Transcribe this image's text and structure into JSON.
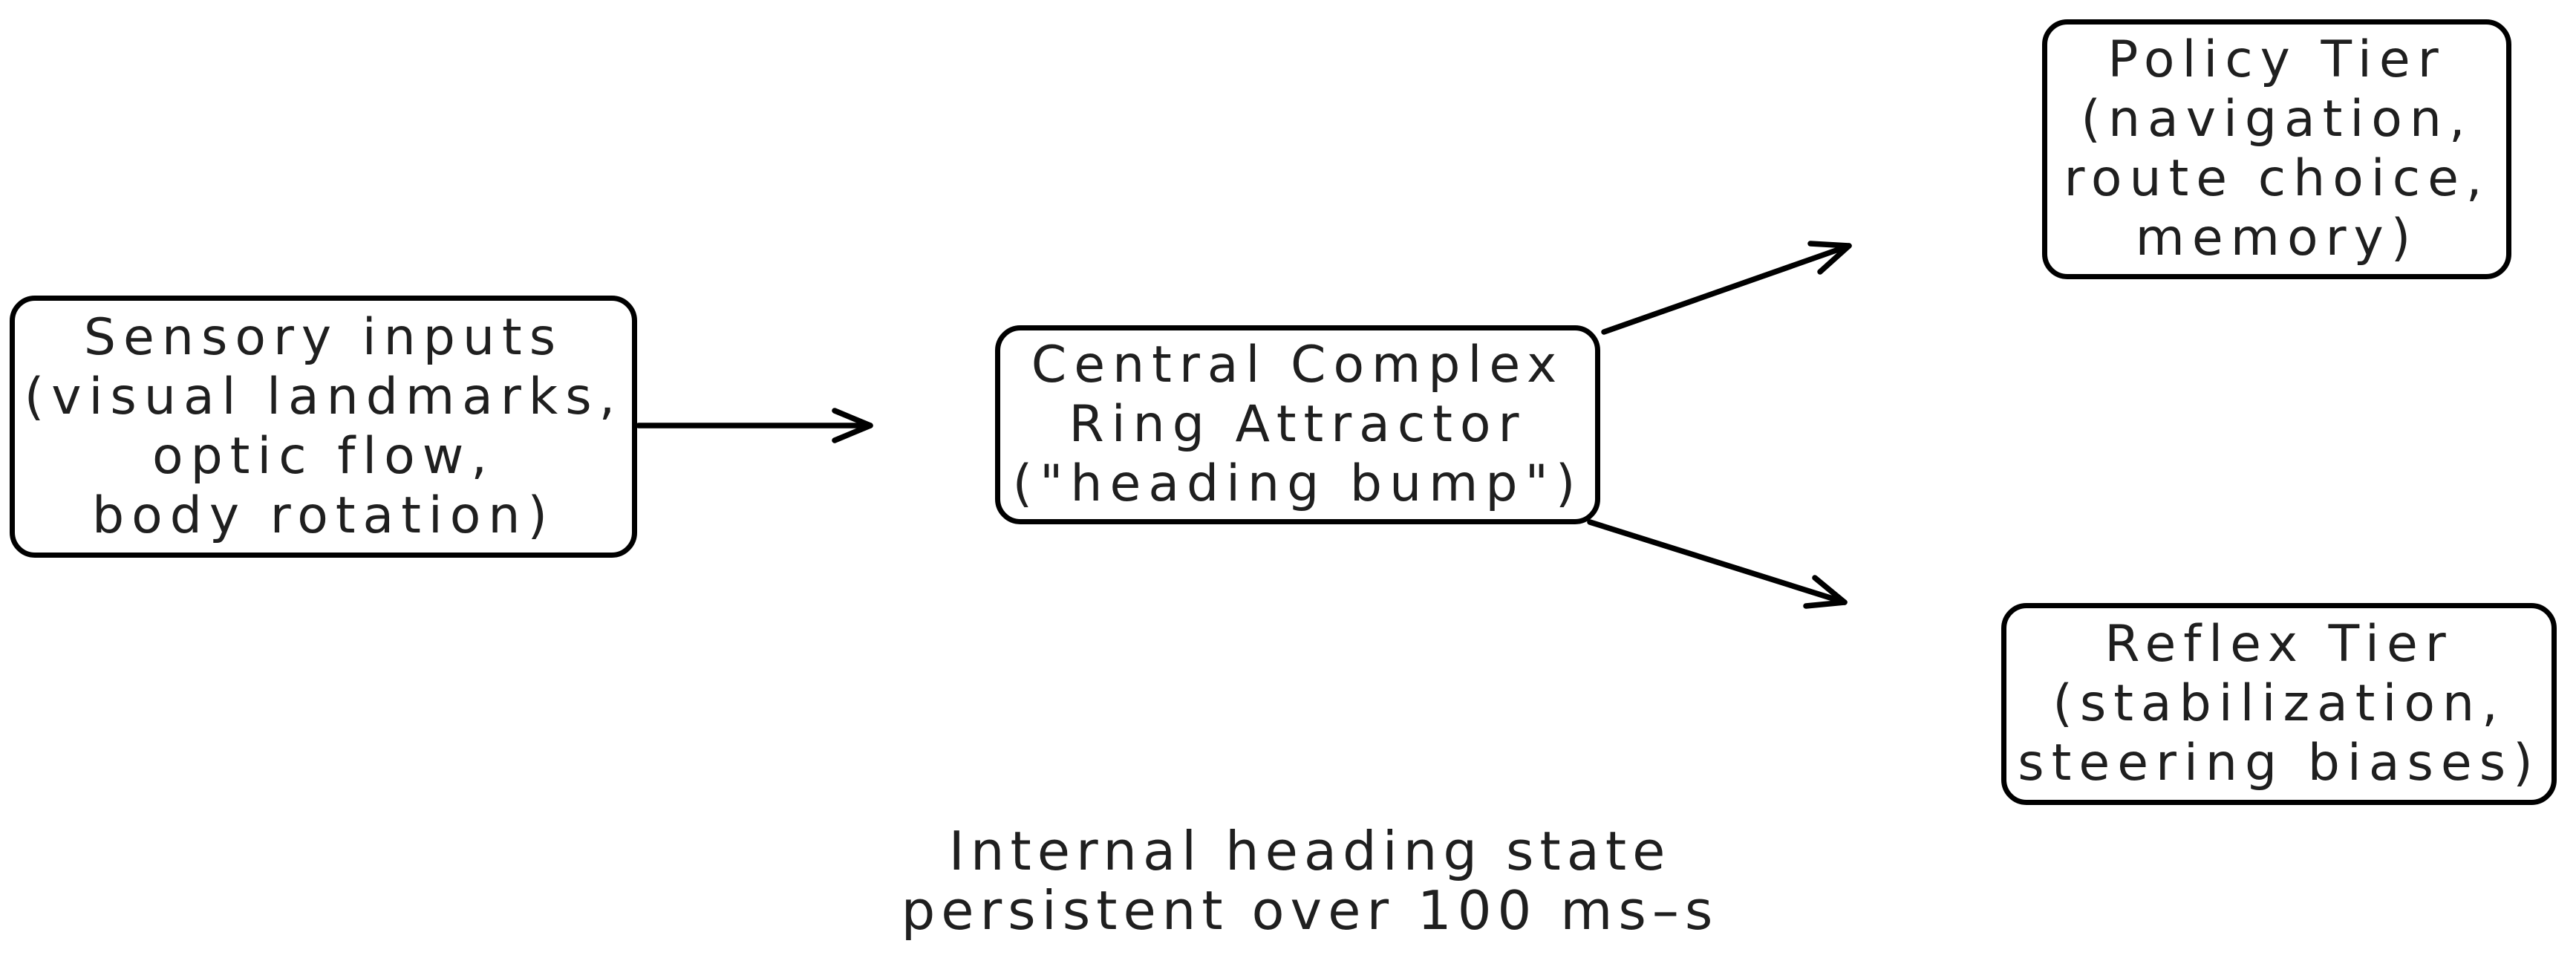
{
  "diagram": {
    "nodes": [
      {
        "id": "sensory-inputs",
        "label": "Sensory inputs\n(visual landmarks,\noptic flow,\nbody rotation)"
      },
      {
        "id": "central-complex",
        "label": "Central Complex\nRing Attractor\n(\"heading bump\")"
      },
      {
        "id": "policy-tier",
        "label": "Policy Tier\n(navigation,\nroute choice,\nmemory)"
      },
      {
        "id": "reflex-tier",
        "label": "Reflex Tier\n(stabilization,\nsteering biases)"
      }
    ],
    "edges": [
      {
        "from": "sensory-inputs",
        "to": "central-complex"
      },
      {
        "from": "central-complex",
        "to": "policy-tier"
      },
      {
        "from": "central-complex",
        "to": "reflex-tier"
      }
    ],
    "caption": "Internal heading state\npersistent over 100 ms–s",
    "colors": {
      "stroke": "#000000",
      "text": "#1f1f1f",
      "background": "#ffffff"
    }
  }
}
